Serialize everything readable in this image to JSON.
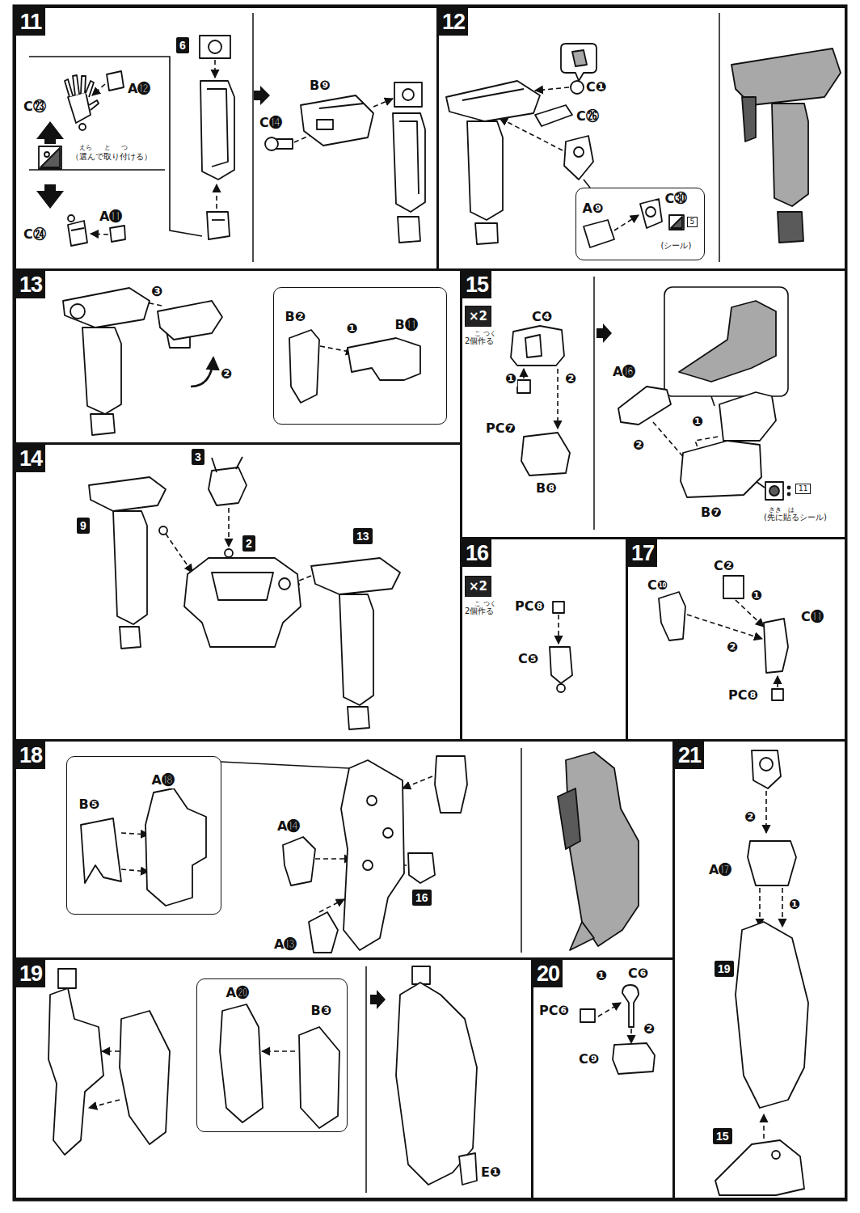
{
  "diagram": {
    "nodes": [
      {
        "text": [
          "11"
        ]
      },
      {
        "text": [
          "12"
        ]
      },
      {
        "text": [
          "A❾",
          "C㉚",
          "5",
          "(シール)"
        ],
        "in": 1
      },
      {
        "text": [
          "13"
        ]
      },
      {
        "text": [
          "B❷",
          "❶",
          "B⓫"
        ],
        "in": 3
      },
      {
        "text": [
          "14"
        ]
      },
      {
        "text": [
          "15"
        ]
      },
      {
        "text": [
          "16"
        ]
      },
      {
        "text": [
          "17"
        ]
      },
      {
        "text": [
          "18"
        ]
      },
      {
        "text": [
          "B❺",
          "A⓲"
        ],
        "in": 9
      },
      {
        "text": [
          "19"
        ]
      },
      {
        "text": [
          "A⓴",
          "B❸"
        ],
        "in": 11
      },
      {
        "text": [
          "20"
        ]
      },
      {
        "text": [
          "21"
        ]
      }
    ],
    "labels": [
      "C㉓",
      "A⓬",
      "えら",
      "と",
      "つ",
      "（選んで取り付ける）",
      "A⓫",
      "C㉔",
      "6",
      "C⓮",
      "B❾",
      "C❶",
      "C㉖",
      "❸",
      "❷",
      "3",
      "9",
      "2",
      "13",
      "×2",
      "こ",
      "つく",
      "2個作る",
      "C❹",
      "❶",
      "❷",
      "PC❼",
      "B❽",
      "A⓰",
      "❶",
      "❷",
      "B❼",
      "11",
      "さき",
      "は",
      "(先に貼るシール)",
      "×2",
      "こ",
      "つく",
      "2個作る",
      "PC❽",
      "C❺",
      "C❷",
      "C❿",
      "❶",
      "C⓫",
      "❷",
      "PC❽",
      "A⓮",
      "16",
      "A⓭",
      "E❶",
      "❶",
      "C❻",
      "PC❻",
      "❷",
      "C❾",
      "❷",
      "A⓱",
      "❶",
      "19",
      "15"
    ]
  }
}
